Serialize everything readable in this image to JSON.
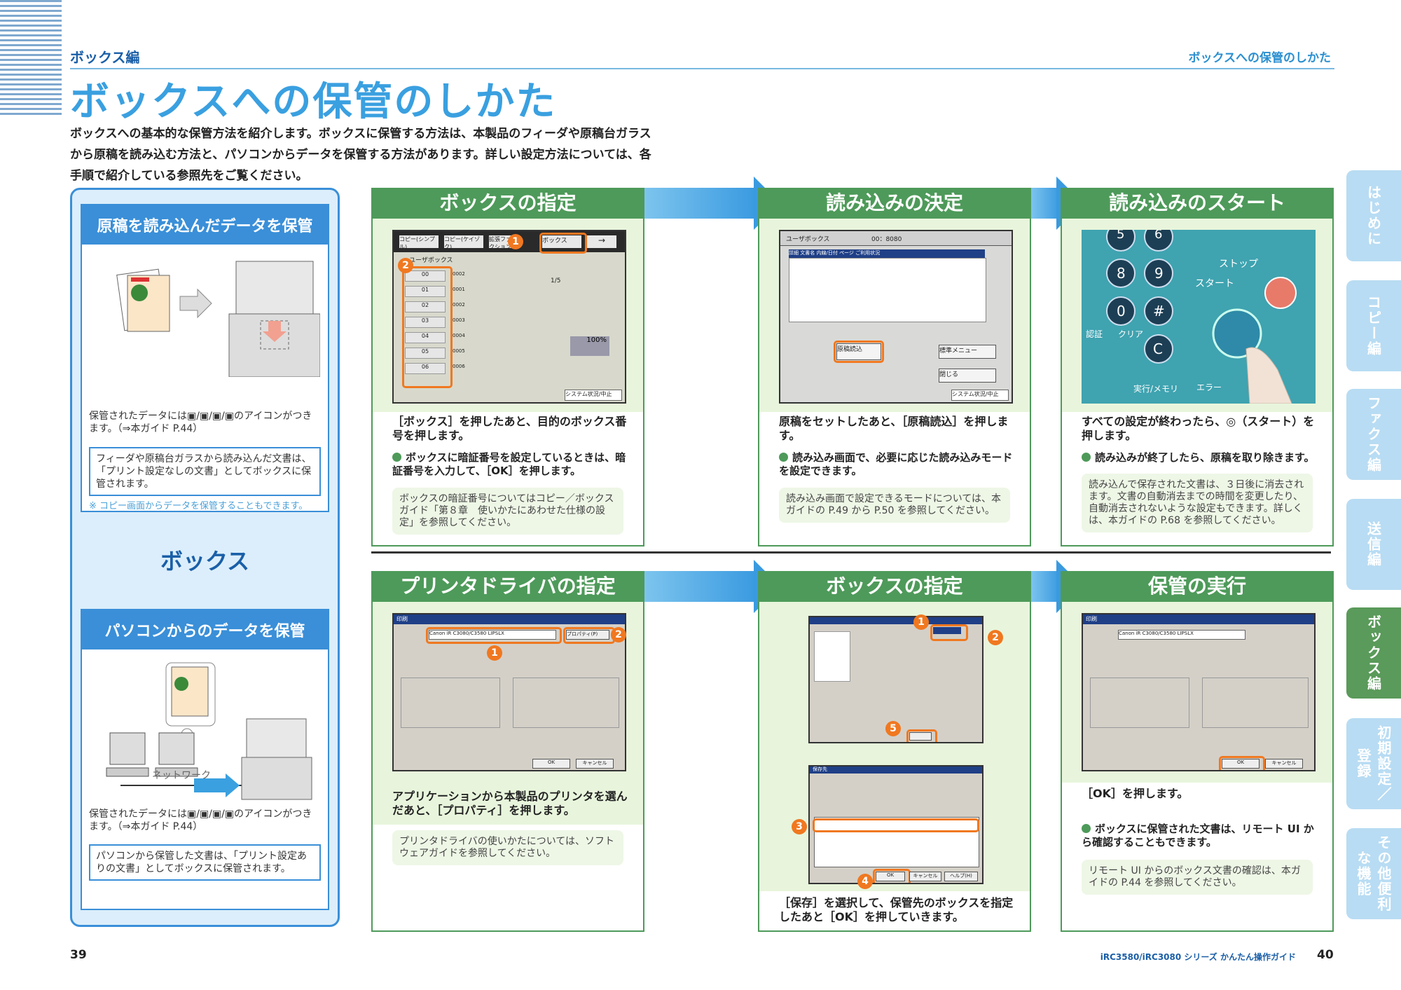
{
  "header": {
    "left": "ボックス編",
    "right": "ボックスへの保管のしかた"
  },
  "title": "ボックスへの保管のしかた",
  "intro": "ボックスへの基本的な保管方法を紹介します。ボックスに保管する方法は、本製品のフィーダや原稿台ガラスから原稿を読み込む方法と、パソコンからデータを保管する方法があります。詳しい設定方法については、各手順で紹介している参照先をご覧ください。",
  "left_panel": {
    "scan_title": "原稿を読み込んだデータを保管",
    "scan_icons_text": "保管されたデータには▣/▣/▣/▣のアイコンがつきます。（⇒本ガイド P.44）",
    "scan_note": "フィーダや原稿台ガラスから読み込んだ文書は、「プリント設定なしの文書」としてボックスに保管されます。",
    "scan_ref": "※ コピー画面からデータを保管することもできます。",
    "box_label": "ボックス",
    "pc_title": "パソコンからのデータを保管",
    "network_label": "ネットワーク",
    "pc_icons_text": "保管されたデータには▣/▣/▣/▣のアイコンがつきます。（⇒本ガイド P.44）",
    "pc_note": "パソコンから保管した文書は、「プリント設定ありの文書」としてボックスに保管されます。"
  },
  "steps_top": [
    {
      "title": "ボックスの指定",
      "desc": "［ボックス］を押したあと、目的のボックス番号を押します。",
      "bullet": "ボックスに暗証番号を設定しているときは、暗証番号を入力して、［OK］を押します。",
      "note": "ボックスの暗証番号についてはコピー／ボックスガイド「第８章　使いかたにあわせた仕様の設定」を参照してください。"
    },
    {
      "title": "読み込みの決定",
      "desc": "原稿をセットしたあと、［原稿読込］を押します。",
      "bullet": "読み込み画面で、必要に応じた読み込みモードを設定できます。",
      "note": "読み込み画面で設定できるモードについては、本ガイドの P.49 から P.50 を参照してください。"
    },
    {
      "title": "読み込みのスタート",
      "desc": "すべての設定が終わったら、◎（スタート）を押します。",
      "bullet": "読み込みが終了したら、原稿を取り除きます。",
      "note": "読み込んで保存された文書は、３日後に消去されます。文書の自動消去までの時間を変更したり、自動消去されないような設定もできます。詳しくは、本ガイドの P.68 を参照してください。"
    }
  ],
  "steps_bottom": [
    {
      "title": "プリンタドライバの指定",
      "desc": "アプリケーションから本製品のプリンタを選んだあと、［プロパティ］を押します。",
      "note": "プリンタドライバの使いかたについては、ソフトウェアガイドを参照してください。"
    },
    {
      "title": "ボックスの指定",
      "desc": "［保存］を選択して、保管先のボックスを指定したあと［OK］を押していきます。"
    },
    {
      "title": "保管の実行",
      "desc": "［OK］を押します。",
      "bullet": "ボックスに保管された文書は、リモート UI から確認することもできます。",
      "note": "リモート UI からのボックス文書の確認は、本ガイドの P.44 を参照してください。"
    }
  ],
  "screen1": {
    "tabs": [
      "コピー(シンプル)",
      "コピー(ケイゾク)",
      "拡張ファンクション",
      "ボックス",
      "→"
    ],
    "header": "ユーザボックス",
    "boxes": [
      "00",
      "01",
      "02",
      "03",
      "04",
      "05",
      "06"
    ],
    "names": [
      "0002",
      "0001",
      "0002",
      "0003",
      "0004",
      "0005",
      "0006"
    ],
    "pct": "100%",
    "page": "1/5",
    "sys": "システム状況/中止"
  },
  "screen2": {
    "header": "ユーザボックス",
    "time": "00：8080",
    "cols": [
      "詳細",
      "文書名",
      "内線/日付",
      "ページ",
      "ご利用状況"
    ],
    "buttons": [
      "原稿読込",
      "標準メニュー",
      "閉じる"
    ],
    "sys": "システム状況/中止"
  },
  "keypad": {
    "stop": "ストップ",
    "start": "スタート",
    "auth": "認証",
    "clear": "クリア",
    "mem": "実行/メモリ",
    "error": "エラー",
    "keys": [
      "5",
      "6",
      "8",
      "9",
      "0",
      "#",
      "C"
    ]
  },
  "printer_dialog": {
    "title": "印刷",
    "printer": "Canon iR C3080/C3580 LIPSLX",
    "prop": "プロパティ(P)",
    "ok": "OK",
    "cancel": "キャンセル"
  },
  "save_dialog": {
    "title": "保存先",
    "ok": "OK",
    "cancel": "キャンセル",
    "help": "ヘルプ(H)"
  },
  "badges": [
    "1",
    "2",
    "3",
    "4",
    "5"
  ],
  "tabs": [
    "はじめに",
    "コピー編",
    "ファクス編",
    "送信編",
    "ボックス編",
    "初期設定／登録",
    "その他便利な機能"
  ],
  "footer": {
    "left_page": "39",
    "right_page": "40",
    "series": "iRC3580/iRC3080 シリーズ かんたん操作ガイド"
  },
  "colors": {
    "blue": "#3a8fd8",
    "green": "#4e9a5a",
    "orange": "#f07820"
  }
}
